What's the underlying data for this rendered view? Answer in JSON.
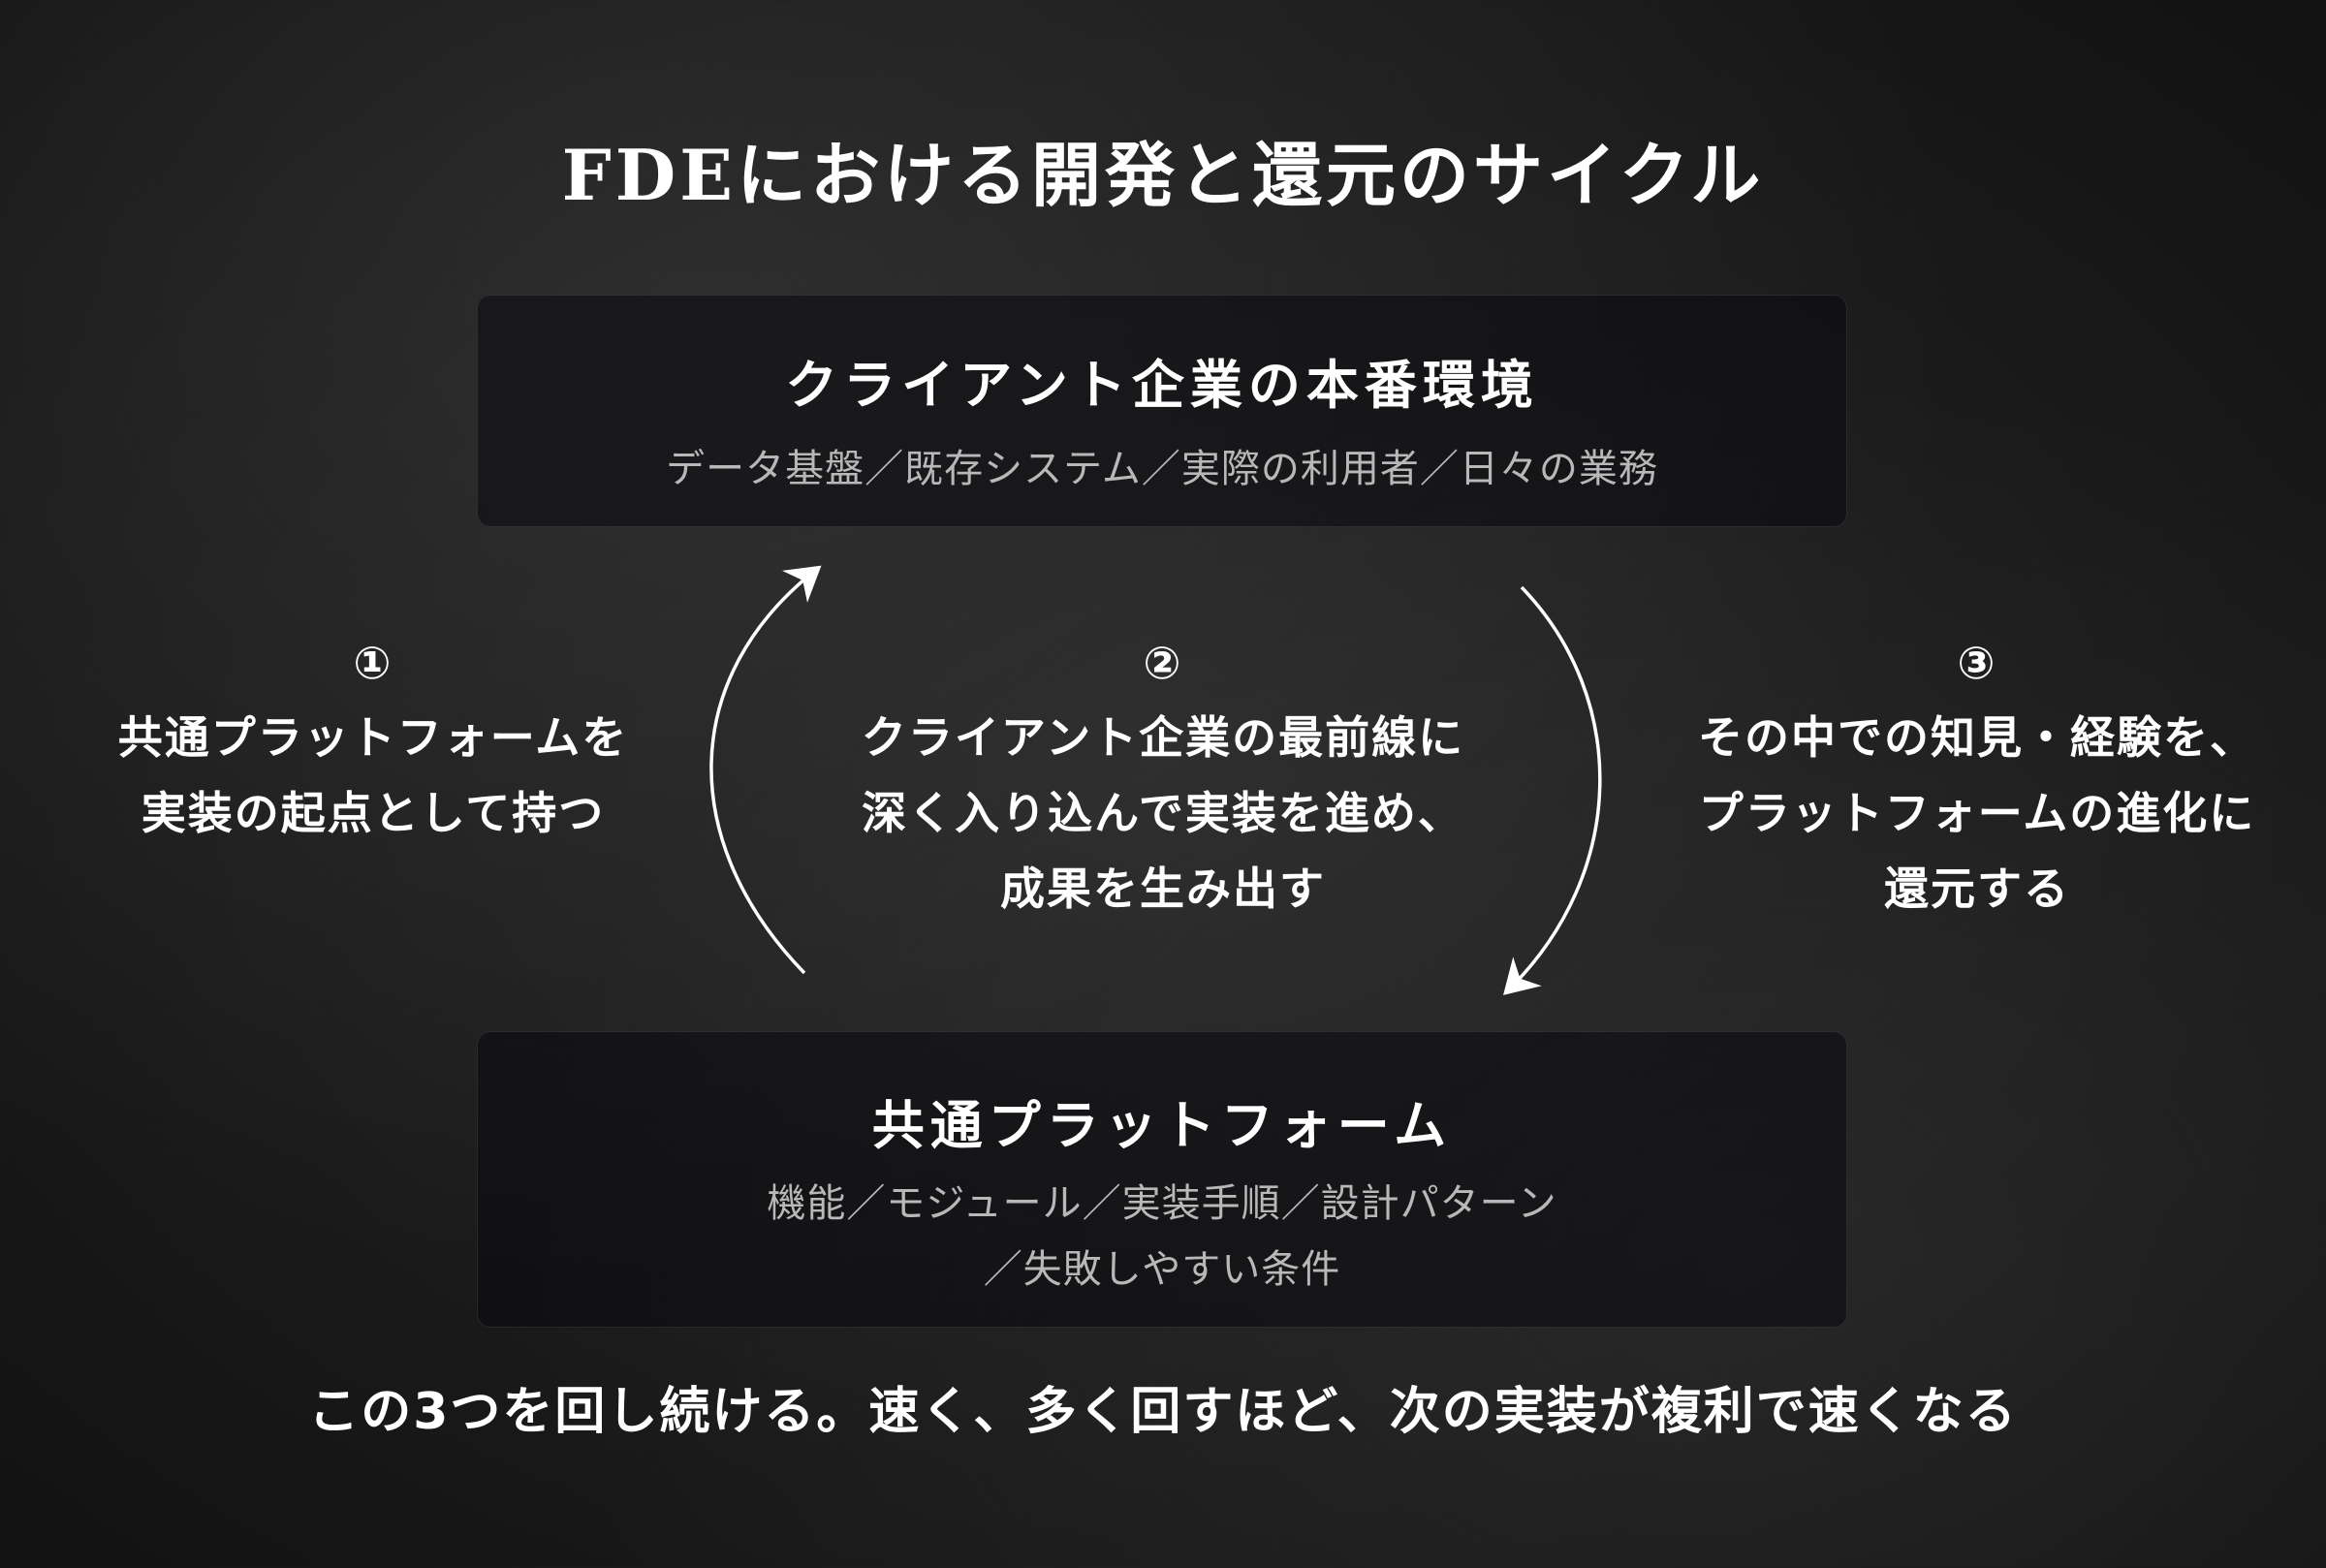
{
  "title": "FDEにおける開発と還元のサイクル",
  "top_box": {
    "title": "クライアント企業の本番環境",
    "subtitle": "データ基盤／既存システム／実際の利用者／日々の業務"
  },
  "bottom_box": {
    "title": "共通プラットフォーム",
    "subtitle_line1": "機能／モジュール／実装手順／設計パターン",
    "subtitle_line2": "／失敗しやすい条件"
  },
  "steps": [
    {
      "number": "①",
      "lines": [
        "共通プラットフォームを",
        "実装の起点として持つ"
      ]
    },
    {
      "number": "②",
      "lines": [
        "クライアント企業の最前線に",
        "深く入り込んで実装を進め、",
        "成果を生み出す"
      ]
    },
    {
      "number": "③",
      "lines": [
        "その中での知見・経験を、",
        "プラットフォームの進化に",
        "還元する"
      ]
    }
  ],
  "footer": "この3つを回し続ける。速く、多く回すほど、次の実装が複利で速くなる",
  "colors": {
    "background": "#1e1e1e",
    "text": "#ffffff",
    "subtext": "#b8b8b8",
    "arrow": "#ffffff"
  }
}
